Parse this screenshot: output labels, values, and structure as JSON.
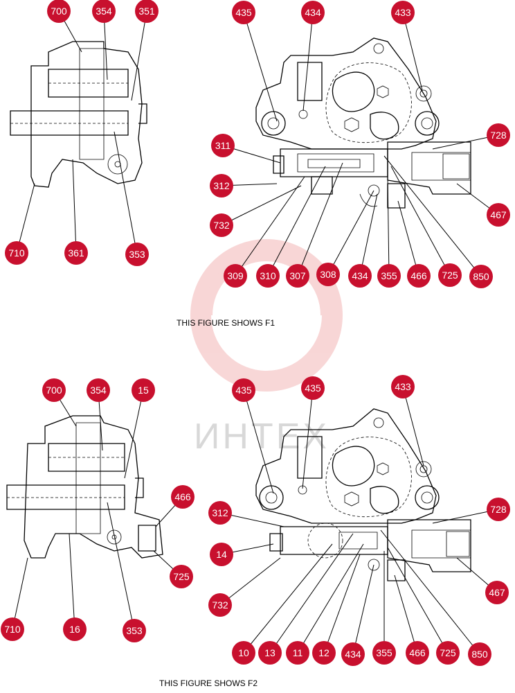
{
  "watermark": {
    "text": "ИНТЕХ",
    "color": "#e8a0a0"
  },
  "figure1": {
    "caption": "THIS FIGURE SHOWS  F1",
    "callouts": [
      "700",
      "354",
      "351",
      "435",
      "434",
      "433",
      "311",
      "728",
      "312",
      "467",
      "732",
      "710",
      "361",
      "353",
      "309",
      "310",
      "307",
      "308",
      "434",
      "355",
      "466",
      "725",
      "850"
    ]
  },
  "figure2": {
    "caption": "THIS FIGURE SHOWS  F2",
    "callouts": [
      "700",
      "354",
      "15",
      "435",
      "435",
      "433",
      "466",
      "312",
      "728",
      "14",
      "725",
      "467",
      "732",
      "710",
      "16",
      "353",
      "10",
      "13",
      "11",
      "12",
      "434",
      "355",
      "466",
      "725",
      "850"
    ]
  },
  "colors": {
    "callout": "#c8102e",
    "line": "#000000"
  }
}
